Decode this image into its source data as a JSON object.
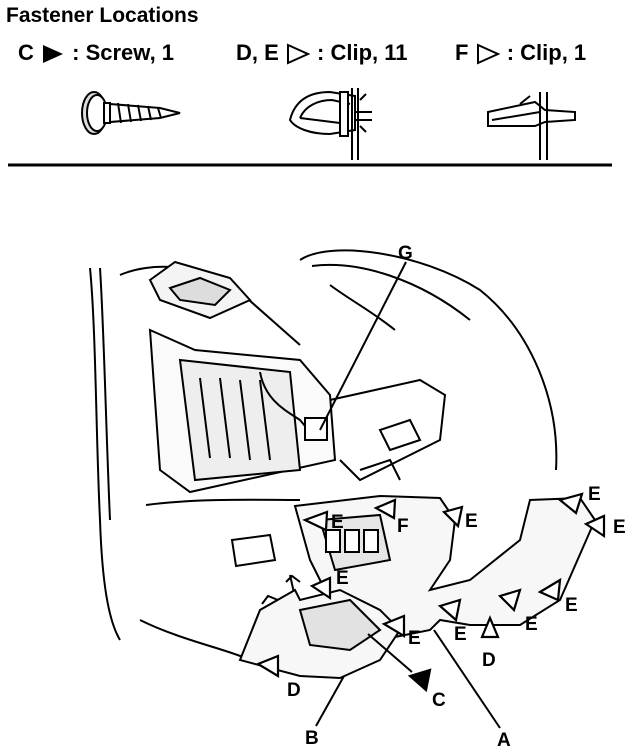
{
  "header": {
    "title": "Fastener Locations",
    "legend": [
      {
        "code": "C",
        "symbol": "filled-triangle",
        "text": ": Screw, 1"
      },
      {
        "code": "D, E",
        "symbol": "outline-triangle",
        "text": ": Clip, 11"
      },
      {
        "code": "F",
        "symbol": "outline-triangle",
        "text": ": Clip, 1"
      }
    ]
  },
  "callouts": {
    "a": "A",
    "b": "B",
    "c": "C",
    "d": "D",
    "e": "E",
    "f": "F",
    "g": "G"
  }
}
